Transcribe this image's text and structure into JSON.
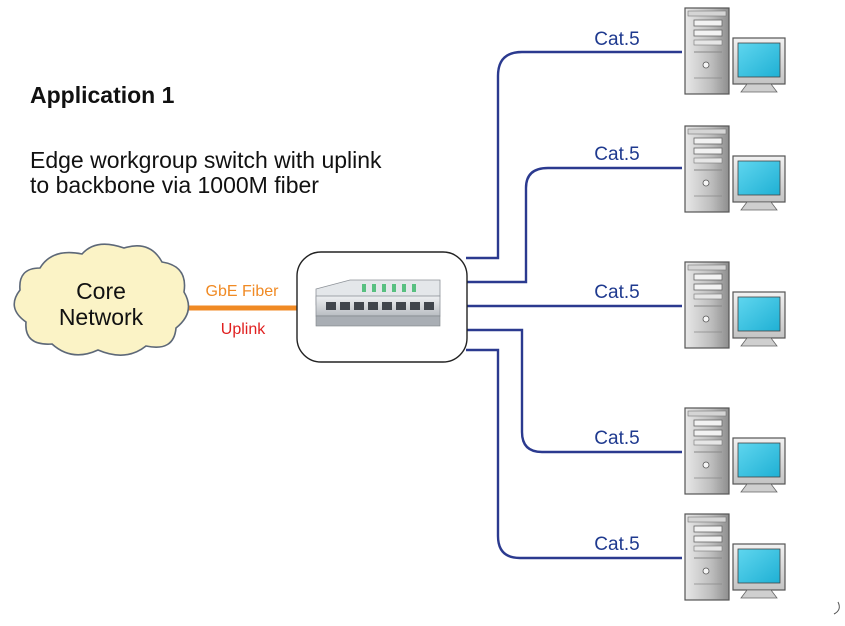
{
  "heading": "Application 1",
  "description": "Edge workgroup switch with uplink\nto backbone via 1000M fiber",
  "core_network": {
    "line1": "Core",
    "line2": "Network"
  },
  "uplink": {
    "top_label": "GbE Fiber",
    "bottom_label": "Uplink"
  },
  "links": [
    {
      "label": "Cat.5"
    },
    {
      "label": "Cat.5"
    },
    {
      "label": "Cat.5"
    },
    {
      "label": "Cat.5"
    },
    {
      "label": "Cat.5"
    }
  ],
  "colors": {
    "cable": "#2b3a8f",
    "fiber": "#f08a24",
    "uplink_text": "#e02020",
    "fiber_text": "#f08a24",
    "cloud_fill": "#fbf3c6",
    "label_blue": "#1f3a8f",
    "monitor_screen": "#29c0e0"
  },
  "icons": {
    "cloud": "cloud-icon",
    "switch": "network-switch-icon",
    "computer": "desktop-computer-icon"
  }
}
